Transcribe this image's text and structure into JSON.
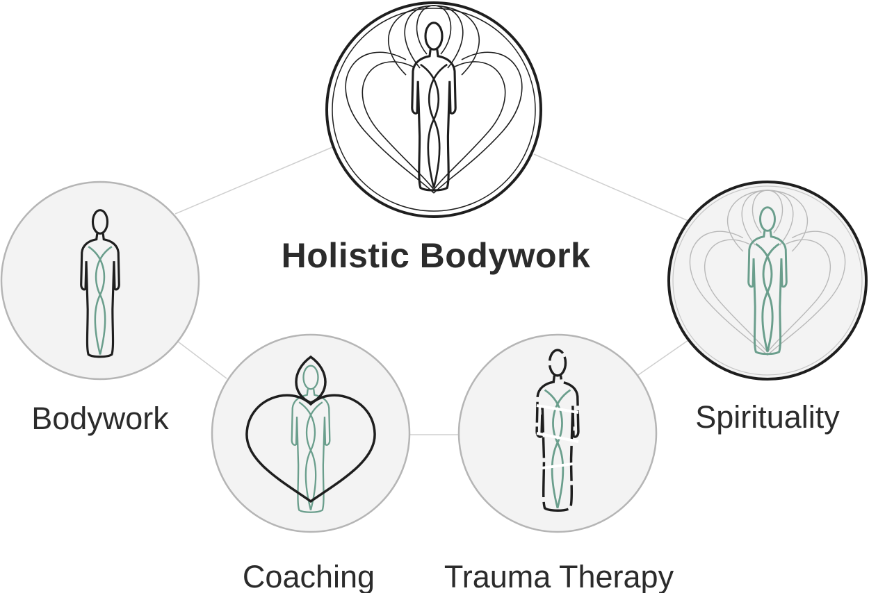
{
  "diagram": {
    "center": {
      "label": "Holistic Bodywork"
    },
    "nodes": [
      {
        "id": "bodywork",
        "label": "Bodywork"
      },
      {
        "id": "coaching",
        "label": "Coaching"
      },
      {
        "id": "trauma",
        "label": "Trauma Therapy"
      },
      {
        "id": "spirituality",
        "label": "Spirituality"
      }
    ],
    "colors": {
      "ink": "#1e1e1e",
      "accent": "#6a9e8c",
      "circle_fill": "#f3f3f3",
      "circle_stroke": "#b5b5b5",
      "connector": "#cfcfcf",
      "text": "#2b2b2b"
    },
    "icons": {
      "center": "holistic-figure-icon",
      "bodywork": "standing-figure-icon",
      "coaching": "heart-figure-icon",
      "trauma": "fractured-figure-icon",
      "spirituality": "aura-figure-icon"
    }
  }
}
